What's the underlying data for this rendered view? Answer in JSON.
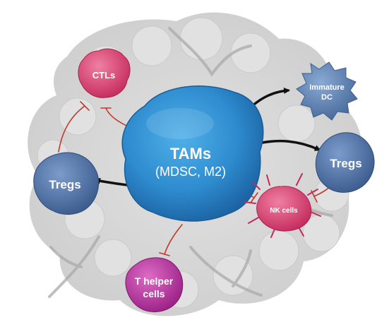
{
  "center": {
    "title": "TAMs",
    "subtitle": "(MDSC, M2)"
  },
  "cells": {
    "ctls": "CTLs",
    "tregs_left": "Tregs",
    "tregs_right": "Tregs",
    "immature_dc_line1": "Immature",
    "immature_dc_line2": "DC",
    "nk": "NK cells",
    "t_helper_line1": "T helper",
    "t_helper_line2": "cells"
  },
  "colors": {
    "tam_blue": "#2e8ccf",
    "treg_blue": "#4d72a4",
    "dc_blue": "#5c82b2",
    "pink": "#d83a72",
    "magenta": "#b62b9b",
    "inhibit_red": "#c0392b",
    "tissue_gray": "#d6d6d6"
  }
}
